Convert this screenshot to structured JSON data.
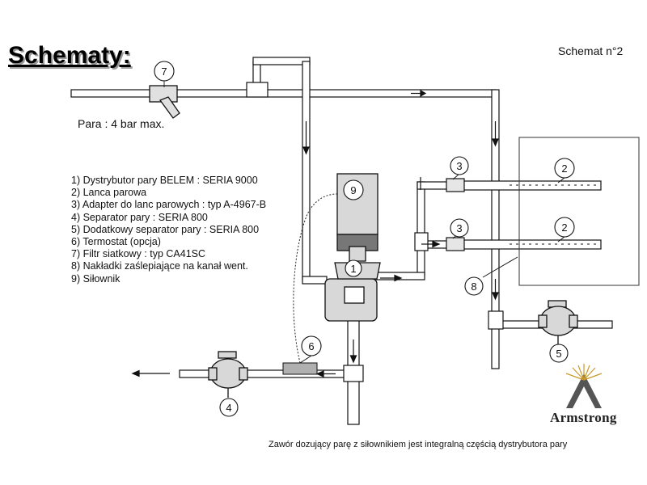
{
  "title": "Schematy:",
  "subtitle": "Schemat n°2",
  "steam_note": "Para : 4 bar max.",
  "legend": [
    "1) Dystrybutor pary BELEM : SERIA  9000",
    "2) Lanca parowa",
    "3) Adapter do lanc parowych :  typ A-4967-B",
    "4) Separator pary : SERIA 800",
    "5) Dodatkowy separator pary : SERIA 800",
    "6) Termostat (opcja)",
    "7) Filtr siatkowy : typ CA41SC",
    "8) Nakładki zaślepiające na kanał went.",
    "9) Siłownik"
  ],
  "callouts": {
    "c1": "1",
    "c2a": "2",
    "c2b": "2",
    "c3a": "3",
    "c3b": "3",
    "c4": "4",
    "c5": "5",
    "c6": "6",
    "c7": "7",
    "c8": "8",
    "c9": "9"
  },
  "footer": "Zawór dozujący parę z siłownikiem jest integralną częścią dystrybutora pary",
  "brand": "Armstrong",
  "colors": {
    "line": "#111111",
    "pipe_fill": "#ffffff",
    "device_fill": "#d8d8d8",
    "thermostat": "#b0b0b0"
  }
}
